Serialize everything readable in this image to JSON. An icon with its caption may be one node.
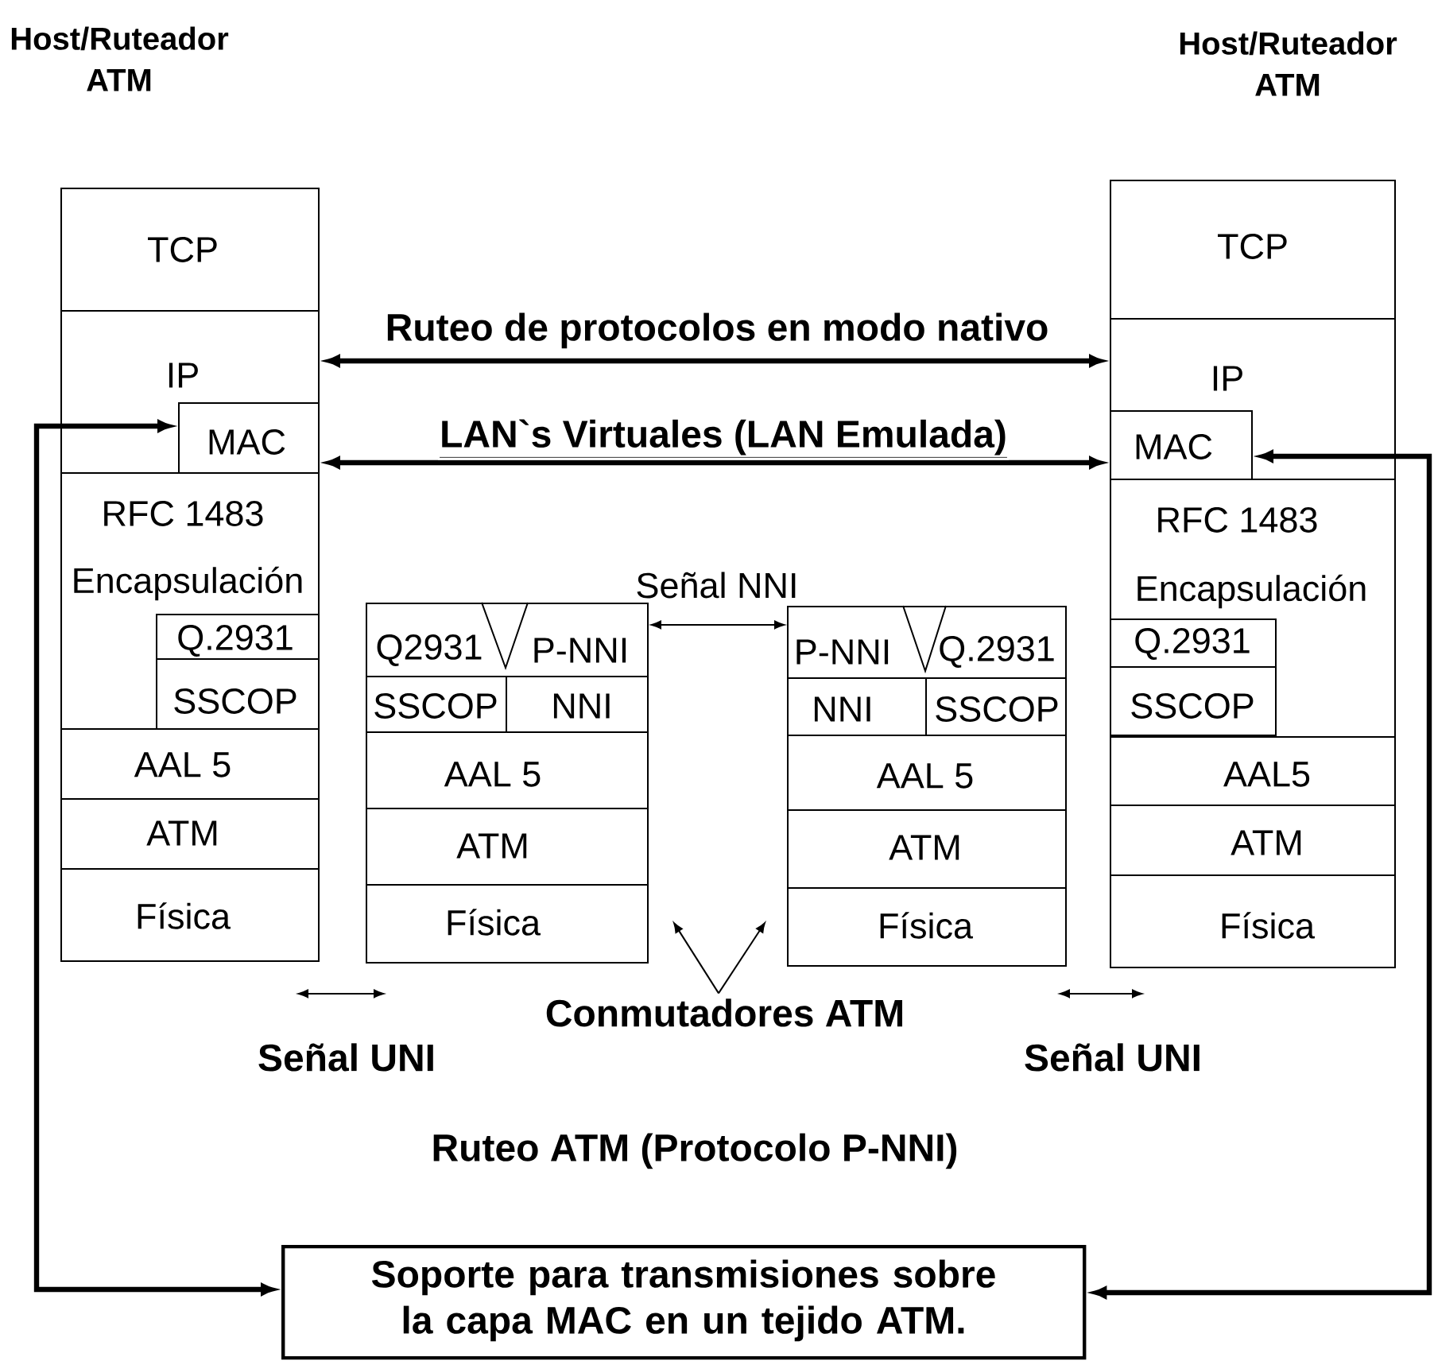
{
  "diagram": {
    "nodes": [
      {
        "text": [
          "Host/Ruteador ATM"
        ]
      },
      {
        "text": [
          "TCP"
        ],
        "in": 0
      },
      {
        "text": [
          "IP"
        ],
        "in": 0
      },
      {
        "text": [
          "MAC"
        ],
        "in": 2
      },
      {
        "text": [
          "RFC 1483",
          "Encapsulación"
        ],
        "in": 0
      },
      {
        "text": [
          "Q.2931"
        ],
        "in": 4
      },
      {
        "text": [
          "SSCOP"
        ],
        "in": 4
      },
      {
        "text": [
          "AAL 5"
        ],
        "in": 0
      },
      {
        "text": [
          "ATM"
        ],
        "in": 0
      },
      {
        "text": [
          "Física"
        ],
        "in": 0
      },
      {
        "text": [],
        "shape": "box"
      },
      {
        "text": [
          "Q2931"
        ],
        "in": 10
      },
      {
        "text": [
          "P-NNI"
        ],
        "in": 10
      },
      {
        "text": [
          "SSCOP"
        ],
        "in": 10
      },
      {
        "text": [
          "NNI"
        ],
        "in": 10
      },
      {
        "text": [
          "AAL 5"
        ],
        "in": 10
      },
      {
        "text": [
          "ATM"
        ],
        "in": 10
      },
      {
        "text": [
          "Física"
        ],
        "in": 10
      },
      {
        "text": [],
        "shape": "box"
      },
      {
        "text": [
          "P-NNI"
        ],
        "in": 18
      },
      {
        "text": [
          "Q.2931"
        ],
        "in": 18
      },
      {
        "text": [
          "NNI"
        ],
        "in": 18
      },
      {
        "text": [
          "SSCOP"
        ],
        "in": 18
      },
      {
        "text": [
          "AAL 5"
        ],
        "in": 18
      },
      {
        "text": [
          "ATM"
        ],
        "in": 18
      },
      {
        "text": [
          "Física"
        ],
        "in": 18
      },
      {
        "text": [
          "Host/Ruteador ATM"
        ]
      },
      {
        "text": [
          "TCP"
        ],
        "in": 26
      },
      {
        "text": [
          "IP"
        ],
        "in": 26
      },
      {
        "text": [
          "MAC"
        ],
        "in": 28
      },
      {
        "text": [
          "RFC 1483",
          "Encapsulación"
        ],
        "in": 26
      },
      {
        "text": [
          "Q.2931"
        ],
        "in": 30
      },
      {
        "text": [
          "SSCOP"
        ],
        "in": 30
      },
      {
        "text": [
          "AAL5"
        ],
        "in": 26
      },
      {
        "text": [
          "ATM"
        ],
        "in": 26
      },
      {
        "text": [
          "Física"
        ],
        "in": 26
      },
      {
        "text": [
          "Conmutadores ATM"
        ]
      },
      {
        "text": [
          "Soporte para transmisiones sobre la capa MAC en un tejido ATM."
        ]
      }
    ],
    "edges": [
      {
        "from": 2,
        "to": 28,
        "arrow": "both",
        "label": "Ruteo de protocolos en modo nativo",
        "style": "thick"
      },
      {
        "from": 3,
        "to": 29,
        "arrow": "both",
        "label": "LAN`s Virtuales (LAN Emulada)",
        "style": "thick"
      },
      {
        "from": 12,
        "to": 19,
        "arrow": "both",
        "label": "Señal NNI"
      },
      {
        "from": 0,
        "to": 10,
        "arrow": "both",
        "label": "Señal UNI"
      },
      {
        "from": 18,
        "to": 26,
        "arrow": "both",
        "label": "Señal UNI"
      },
      {
        "from": 36,
        "to": 10,
        "arrow": "to"
      },
      {
        "from": 36,
        "to": 18,
        "arrow": "to"
      },
      {
        "from": 3,
        "to": 37,
        "arrow": "both",
        "style": "thick"
      },
      {
        "from": 29,
        "to": 37,
        "arrow": "both",
        "style": "thick"
      }
    ],
    "labels": [
      "Ruteo ATM (Protocolo P-NNI)"
    ]
  }
}
